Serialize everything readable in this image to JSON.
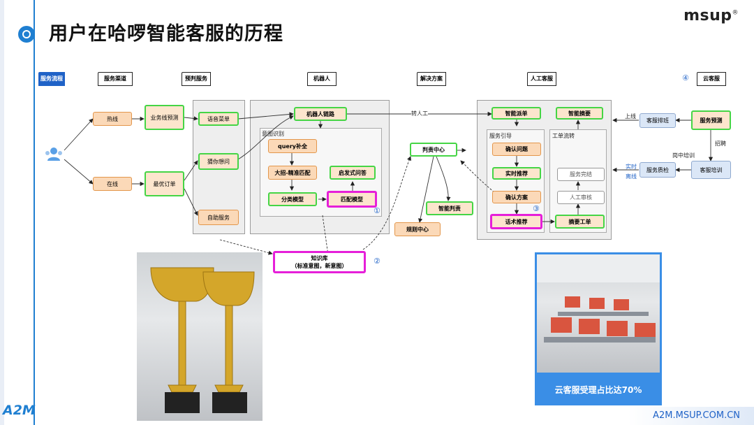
{
  "title": "用户在哈啰智能客服的历程",
  "logo": "msup",
  "logo_mark": "®",
  "brand_left": "A2M",
  "footer_url": "A2M.MSUP.COM.CN",
  "lanes": {
    "flow": "服务流程",
    "channel": "服务渠道",
    "predict": "预判服务",
    "robot": "机器人",
    "solution": "解决方案",
    "human": "人工客服",
    "cloud": "云客服",
    "cloud_num": "④"
  },
  "nodes": {
    "hotline": "热线",
    "online": "在线",
    "biz_predict": "业务线预测",
    "best_order": "最优订单",
    "voice_menu": "语音菜单",
    "guess": "猜你想问",
    "self_service": "自助服务",
    "robot_link": "机器人链路",
    "intent_group": "意图识别",
    "query_fill": "query补全",
    "big_match": "大招-精准匹配",
    "heuristic_qa": "启发式问答",
    "classify_model": "分类模型",
    "match_model": "匹配模型",
    "num1": "①",
    "judge_center": "判责中心",
    "smart_judge": "智能判责",
    "rule_center": "规则中心",
    "knowledge_line1": "知识库",
    "knowledge_line2": "（标准意图，新意图）",
    "num2": "②",
    "smart_dispatch": "智能派单",
    "smart_summary": "智能摘要",
    "service_guide": "服务引导",
    "ticket_flow": "工单流转",
    "confirm_issue": "确认问题",
    "realtime_rec": "实时推荐",
    "confirm_plan": "确认方案",
    "script_rec": "话术推荐",
    "num3": "③",
    "service_done": "服务完结",
    "manual_review": "人工审核",
    "summary_ticket": "摘要工单",
    "cs_schedule": "客服排班",
    "service_predict": "服务预测",
    "service_qc": "服务质检",
    "cs_training": "客服培训"
  },
  "edge_labels": {
    "transfer_human": "转人工",
    "online_duty": "上线",
    "recruit": "招聘",
    "onboard_training": "岗中培训",
    "realtime": "实时",
    "offline": "离线"
  },
  "caption": "云客服受理占比达70%",
  "icons": {
    "user": "user-group-icon",
    "trophy": "trophy-icon"
  }
}
